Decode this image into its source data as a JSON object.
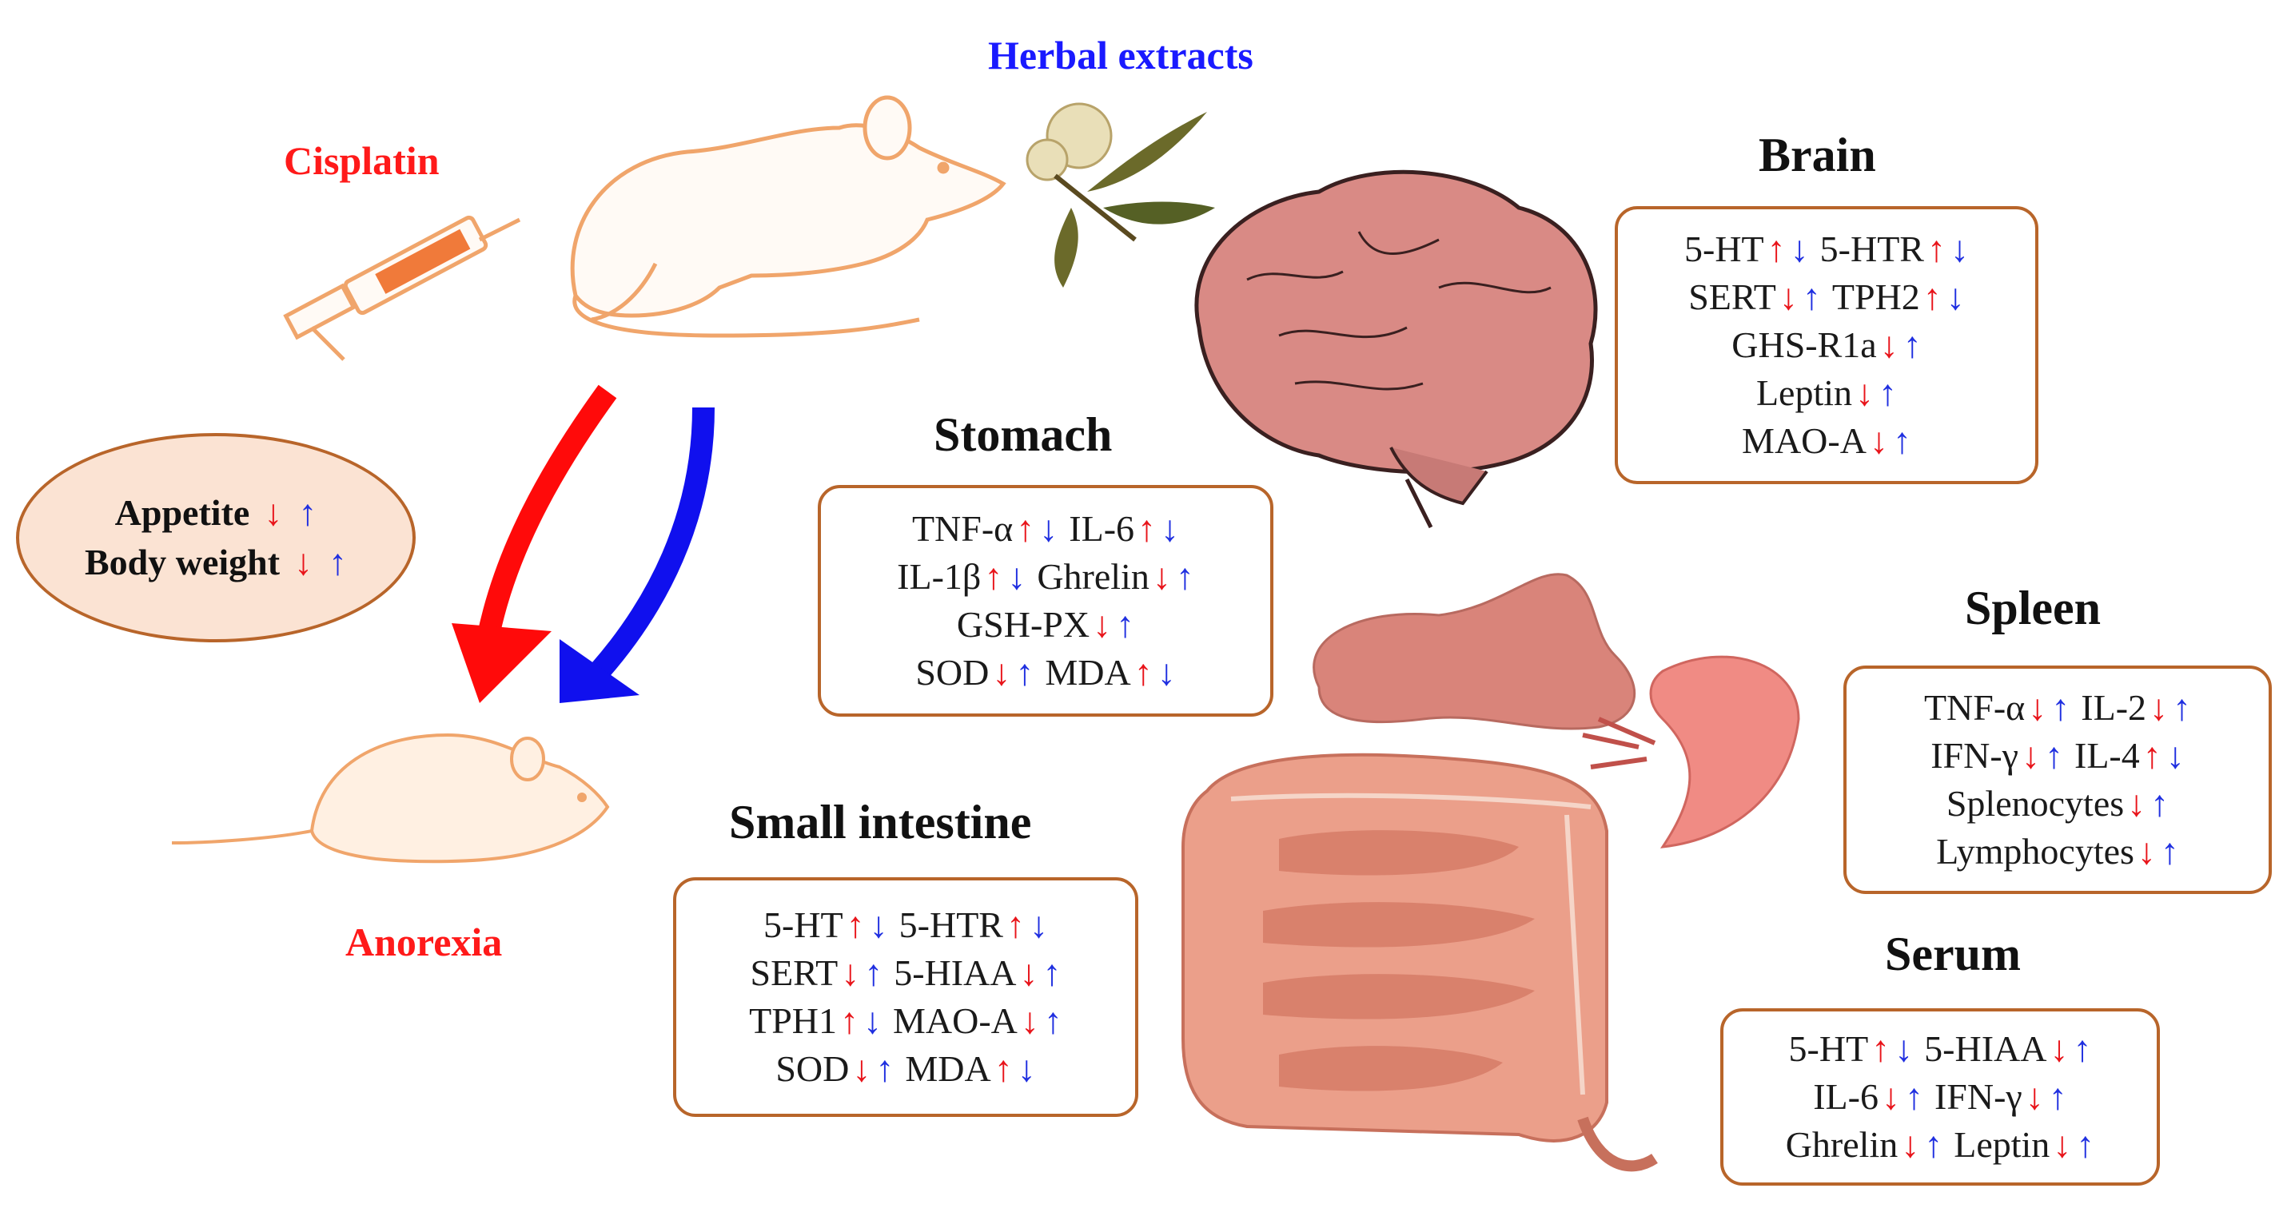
{
  "labels": {
    "cisplatin": "Cisplatin",
    "herbal": "Herbal extracts",
    "anorexia": "Anorexia"
  },
  "ellipse": {
    "lines": [
      {
        "name": "Appetite",
        "a": "↓",
        "b": "↑"
      },
      {
        "name": "Body weight",
        "a": "↓",
        "b": "↑"
      }
    ]
  },
  "brain": {
    "title": "Brain",
    "rows": [
      [
        {
          "name": "5-HT",
          "a": "↑",
          "b": "↓"
        },
        {
          "name": "5-HTR",
          "a": "↑",
          "b": "↓"
        }
      ],
      [
        {
          "name": "SERT",
          "a": "↓",
          "b": "↑"
        },
        {
          "name": "TPH2",
          "a": "↑",
          "b": "↓"
        }
      ],
      [
        {
          "name": "GHS-R1a",
          "a": "↓",
          "b": "↑"
        }
      ],
      [
        {
          "name": "Leptin",
          "a": "↓",
          "b": "↑"
        }
      ],
      [
        {
          "name": "MAO-A",
          "a": "↓",
          "b": "↑"
        }
      ]
    ]
  },
  "stomach": {
    "title": "Stomach",
    "rows": [
      [
        {
          "name": "TNF-α",
          "a": "↑",
          "b": "↓"
        },
        {
          "name": "IL-6",
          "a": "↑",
          "b": "↓"
        }
      ],
      [
        {
          "name": "IL-1β",
          "a": "↑",
          "b": "↓"
        },
        {
          "name": "Ghrelin",
          "a": "↓",
          "b": "↑"
        }
      ],
      [
        {
          "name": "GSH-PX",
          "a": "↓",
          "b": "↑"
        }
      ],
      [
        {
          "name": "SOD",
          "a": "↓",
          "b": "↑"
        },
        {
          "name": "MDA",
          "a": "↑",
          "b": "↓"
        }
      ]
    ]
  },
  "small_intestine": {
    "title": "Small intestine",
    "rows": [
      [
        {
          "name": "5-HT",
          "a": "↑",
          "b": "↓"
        },
        {
          "name": "5-HTR",
          "a": "↑",
          "b": "↓"
        }
      ],
      [
        {
          "name": "SERT",
          "a": "↓",
          "b": "↑"
        },
        {
          "name": "5-HIAA",
          "a": "↓",
          "b": "↑"
        }
      ],
      [
        {
          "name": "TPH1",
          "a": "↑",
          "b": "↓"
        },
        {
          "name": "MAO-A",
          "a": "↓",
          "b": "↑"
        }
      ],
      [
        {
          "name": "SOD",
          "a": "↓",
          "b": "↑"
        },
        {
          "name": "MDA",
          "a": "↑",
          "b": "↓"
        }
      ]
    ]
  },
  "spleen": {
    "title": "Spleen",
    "rows": [
      [
        {
          "name": "TNF-α",
          "a": "↓",
          "b": "↑"
        },
        {
          "name": "IL-2",
          "a": "↓",
          "b": "↑"
        }
      ],
      [
        {
          "name": "IFN-γ",
          "a": "↓",
          "b": "↑"
        },
        {
          "name": "IL-4",
          "a": "↑",
          "b": "↓"
        }
      ],
      [
        {
          "name": "Splenocytes",
          "a": "↓",
          "b": "↑"
        }
      ],
      [
        {
          "name": "Lymphocytes",
          "a": "↓",
          "b": "↑"
        }
      ]
    ]
  },
  "serum": {
    "title": "Serum",
    "rows": [
      [
        {
          "name": "5-HT",
          "a": "↑",
          "b": "↓"
        },
        {
          "name": "5-HIAA",
          "a": "↓",
          "b": "↑"
        }
      ],
      [
        {
          "name": "IL-6",
          "a": "↓",
          "b": "↑"
        },
        {
          "name": "IFN-γ",
          "a": "↓",
          "b": "↑"
        }
      ],
      [
        {
          "name": "Ghrelin",
          "a": "↓",
          "b": "↑"
        },
        {
          "name": "Leptin",
          "a": "↓",
          "b": "↑"
        }
      ]
    ]
  },
  "colors": {
    "cisplatin_red": "#ff1a1a",
    "herbal_blue": "#1a1aff",
    "box_border": "#b8652a",
    "rat_outline": "#f0a56b",
    "organ_pink": "#d98a80"
  }
}
